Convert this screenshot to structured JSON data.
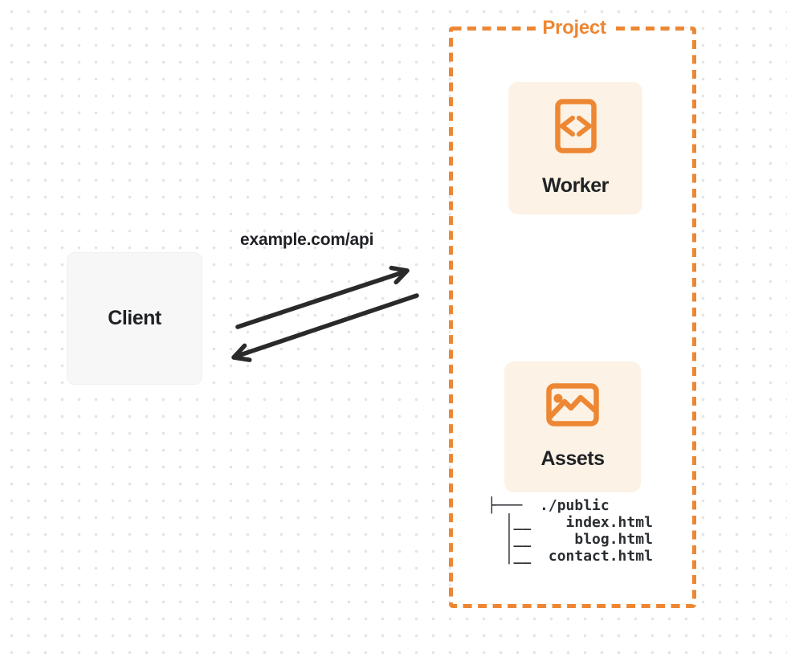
{
  "client": {
    "label": "Client"
  },
  "connection": {
    "url_label": "example.com/api"
  },
  "project": {
    "label": "Project",
    "nodes": [
      {
        "id": "worker",
        "label": "Worker",
        "icon": "code-document-icon"
      },
      {
        "id": "assets",
        "label": "Assets",
        "icon": "image-icon"
      }
    ],
    "file_tree": {
      "lines": [
        "├───  ./public",
        "  │__    index.html",
        "  │__     blog.html",
        "  │__  contact.html"
      ]
    }
  },
  "colors": {
    "accent_orange": "#ed8733",
    "card_background": "#fcf2e5",
    "client_background": "#f7f7f8",
    "arrow_black": "#2a2a2a",
    "dot_grid": "#e4e4e4"
  }
}
